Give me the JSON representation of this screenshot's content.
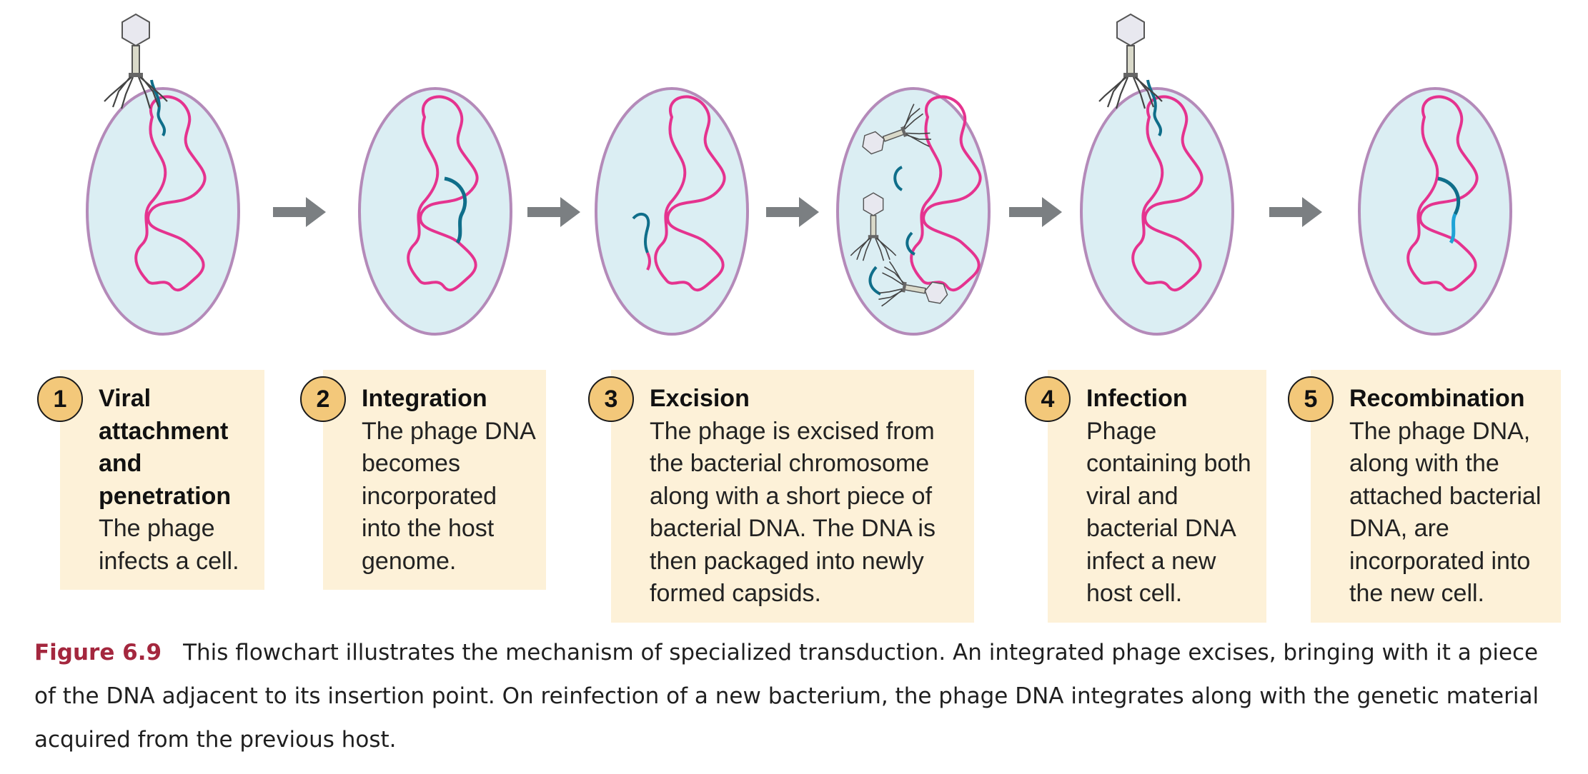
{
  "steps": [
    {
      "number": "1",
      "title": "Viral attachment and penetration",
      "description": "The phage infects a cell."
    },
    {
      "number": "2",
      "title": "Integration",
      "description": "The phage DNA becomes incorporated into the host genome."
    },
    {
      "number": "3",
      "title": "Excision",
      "description": "The phage is excised from the bacterial chromosome along with a short piece of bacterial DNA. The DNA is then packaged into newly formed capsids."
    },
    {
      "number": "4",
      "title": "Infection",
      "description": "Phage containing both viral and bacterial DNA infect a new host cell."
    },
    {
      "number": "5",
      "title": "Recombination",
      "description": "The phage DNA, along with the attached bacterial DNA, are incorporated into the new cell."
    }
  ],
  "caption": {
    "label": "Figure 6.9",
    "text": "This flowchart illustrates the mechanism of specialized transduction. An integrated phage excises, bringing with it a piece of the DNA adjacent to its insertion point. On reinfection of a new bacterium, the phage DNA integrates along with the genetic material acquired from the previous host."
  },
  "colors": {
    "cell_fill": "#dbeef3",
    "cell_outline": "#b48ab9",
    "chromosome": "#e5338f",
    "phage_dna": "#0f6e8a",
    "recombined_dna": "#1fa3d6",
    "arrow": "#7b7f82",
    "box_fill": "#fdf1d8",
    "badge_fill": "#f3c87a",
    "caption_label": "#a4273e"
  },
  "icons": [
    "bacteriophage-icon",
    "bacterial-cell-icon",
    "chromosome-icon",
    "flow-arrow-icon"
  ]
}
